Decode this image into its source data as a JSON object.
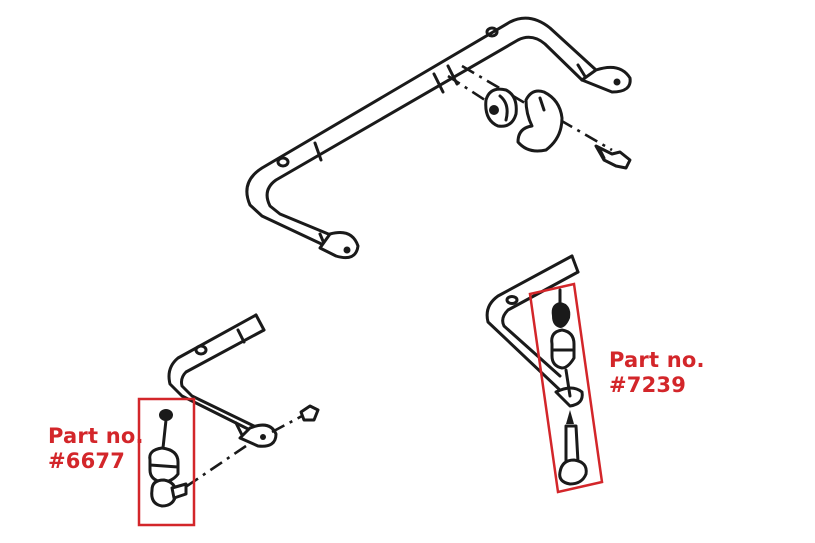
{
  "diagram": {
    "type": "exploded-parts-diagram",
    "subject": "anti-roll / sway bar with bushings and end links",
    "colors": {
      "line": "#1a1a1a",
      "highlight": "#d3262a",
      "background": "#ffffff"
    }
  },
  "callouts": [
    {
      "id": "left",
      "label_line1": "Part no.",
      "label_line2": "#6677"
    },
    {
      "id": "right",
      "label_line1": "Part no.",
      "label_line2": "#7239"
    }
  ]
}
